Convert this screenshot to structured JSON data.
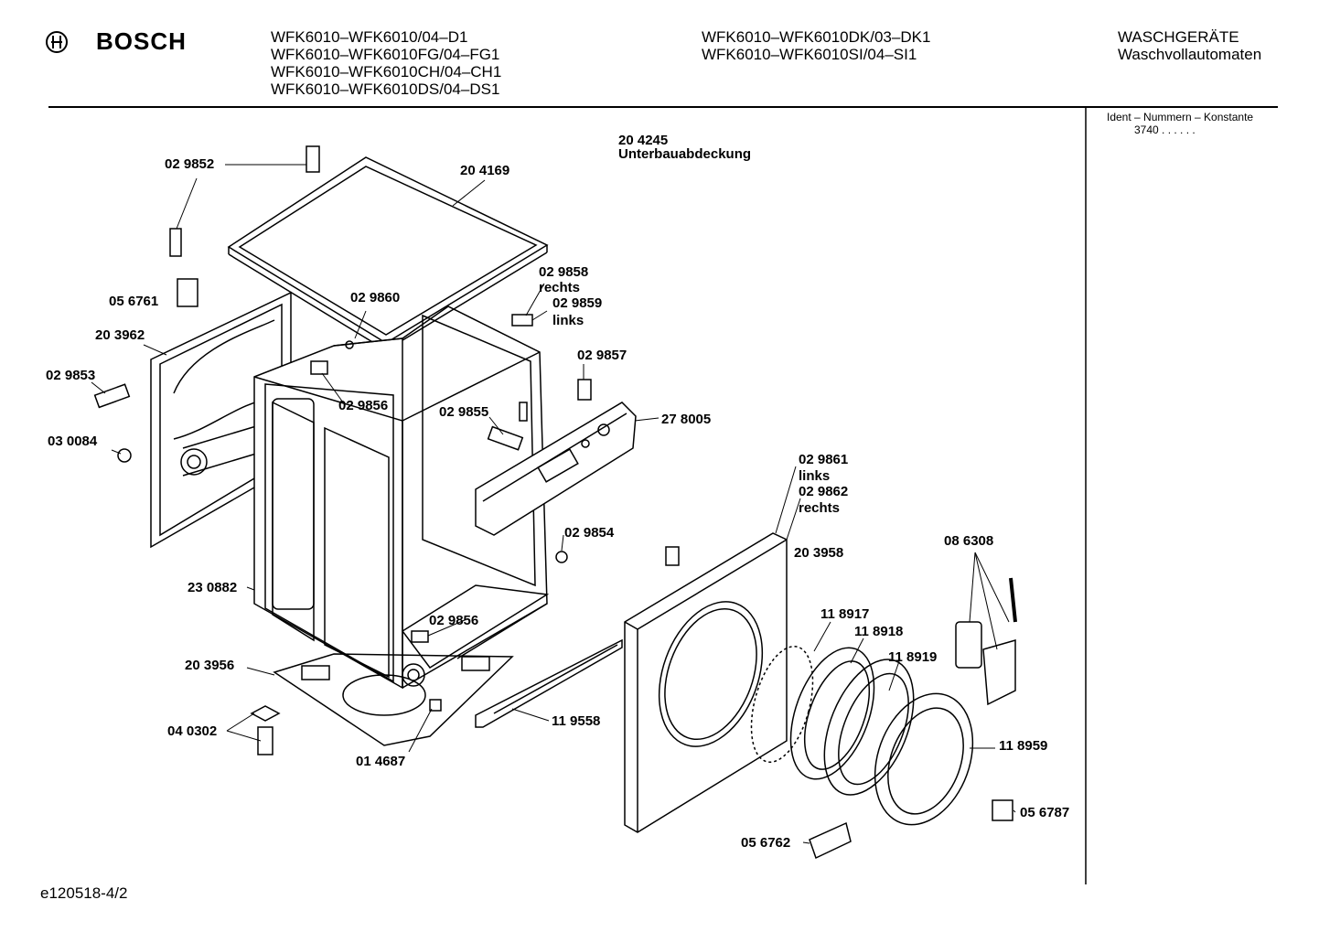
{
  "header": {
    "brand": "BOSCH",
    "models_col1": [
      "WFK6010–WFK6010/04–D1",
      "WFK6010–WFK6010FG/04–FG1",
      "WFK6010–WFK6010CH/04–CH1",
      "WFK6010–WFK6010DS/04–DS1"
    ],
    "models_col2": [
      "WFK6010–WFK6010DK/03–DK1",
      "WFK6010–WFK6010SI/04–SI1"
    ],
    "category_line1": "WASCHGERÄTE",
    "category_line2": "Waschvollautomaten"
  },
  "sidebar": {
    "ident_label": "Ident – Nummern – Konstante",
    "ident_value": "3740 . . . . . ."
  },
  "diagram": {
    "title_number": "20 4245",
    "title_text": "Unterbauabdeckung",
    "labels": [
      "02 9852",
      "20 4169",
      "05 6761",
      "02 9860",
      "02 9858",
      "rechts",
      "02 9859",
      "links",
      "20 3962",
      "02 9857",
      "02 9853",
      "02 9856",
      "02 9855",
      "27 8005",
      "03 0084",
      "02 9861",
      "links",
      "02 9862",
      "rechts",
      "02 9854",
      "20 3958",
      "08 6308",
      "23 0882",
      "11 8917",
      "11 8918",
      "02 9856",
      "11 8919",
      "20 3956",
      "04 0302",
      "11 9558",
      "01 4687",
      "11 8959",
      "05 6787",
      "05 6762"
    ]
  },
  "footer": {
    "doc_id": "e120518-4/2"
  }
}
